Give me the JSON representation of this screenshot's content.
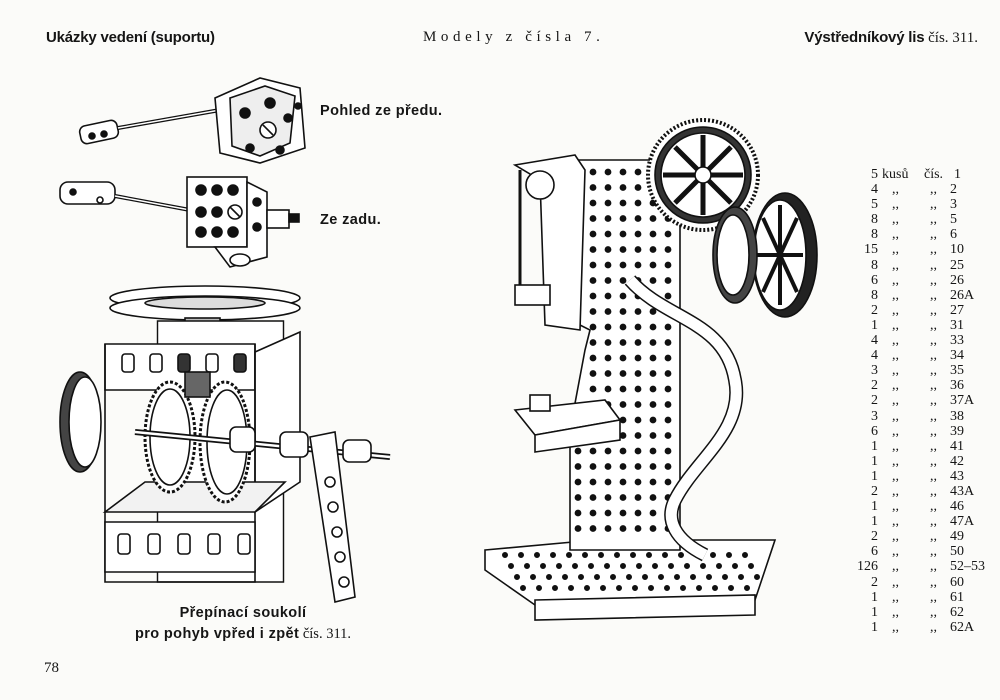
{
  "header": {
    "left": "Ukázky vedení (suportu)",
    "center": "Modely z čísla 7.",
    "right_bold": "Výstředníkový lis",
    "right_normal": " čís. 311."
  },
  "captions": {
    "front_view": "Pohled ze předu.",
    "back_view": "Ze zadu.",
    "gearbox_line1": "Přepínací soukolí",
    "gearbox_line2_bold": "pro pohyb vpřed i zpět",
    "gearbox_line2_normal": " čís. 311."
  },
  "page_number": "78",
  "illustrations": [
    {
      "name": "support-front-view",
      "description": "Meccano slide support, front view"
    },
    {
      "name": "support-back-view",
      "description": "Meccano slide support, rear view"
    },
    {
      "name": "reversing-gearbox",
      "description": "Reversing gear assembly with pulleys and lever"
    },
    {
      "name": "eccentric-press",
      "description": "Meccano eccentric press model No. 311"
    }
  ],
  "parts_list": {
    "unit_label": "kusů",
    "number_label": "čís.",
    "ditto": ",,",
    "items": [
      {
        "qty": "5",
        "part": "1"
      },
      {
        "qty": "4",
        "part": "2"
      },
      {
        "qty": "5",
        "part": "3"
      },
      {
        "qty": "8",
        "part": "5"
      },
      {
        "qty": "8",
        "part": "6"
      },
      {
        "qty": "15",
        "part": "10"
      },
      {
        "qty": "8",
        "part": "25"
      },
      {
        "qty": "6",
        "part": "26"
      },
      {
        "qty": "8",
        "part": "26A"
      },
      {
        "qty": "2",
        "part": "27"
      },
      {
        "qty": "1",
        "part": "31"
      },
      {
        "qty": "4",
        "part": "33"
      },
      {
        "qty": "4",
        "part": "34"
      },
      {
        "qty": "3",
        "part": "35"
      },
      {
        "qty": "2",
        "part": "36"
      },
      {
        "qty": "2",
        "part": "37A"
      },
      {
        "qty": "3",
        "part": "38"
      },
      {
        "qty": "6",
        "part": "39"
      },
      {
        "qty": "1",
        "part": "41"
      },
      {
        "qty": "1",
        "part": "42"
      },
      {
        "qty": "1",
        "part": "43"
      },
      {
        "qty": "2",
        "part": "43A"
      },
      {
        "qty": "1",
        "part": "46"
      },
      {
        "qty": "1",
        "part": "47A"
      },
      {
        "qty": "2",
        "part": "49"
      },
      {
        "qty": "6",
        "part": "50"
      },
      {
        "qty": "126",
        "part": "52–53"
      },
      {
        "qty": "2",
        "part": "60"
      },
      {
        "qty": "1",
        "part": "61"
      },
      {
        "qty": "1",
        "part": "62"
      },
      {
        "qty": "1",
        "part": "62A"
      }
    ]
  }
}
